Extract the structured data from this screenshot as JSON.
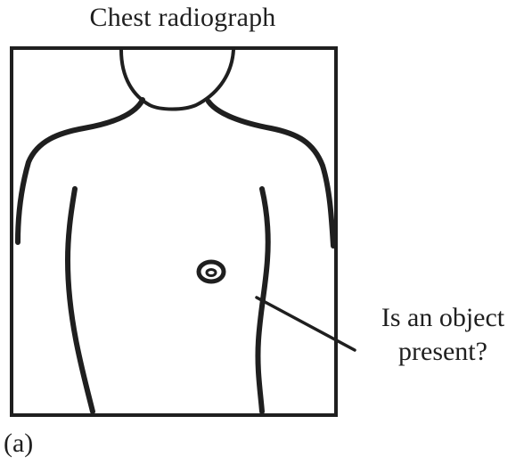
{
  "figure": {
    "title": "Chest radiograph",
    "callout_lines": [
      "Is an object",
      "present?"
    ],
    "panel_label": "(a)"
  },
  "colors": {
    "ink": "#1f1f1f",
    "background": "#ffffff"
  }
}
